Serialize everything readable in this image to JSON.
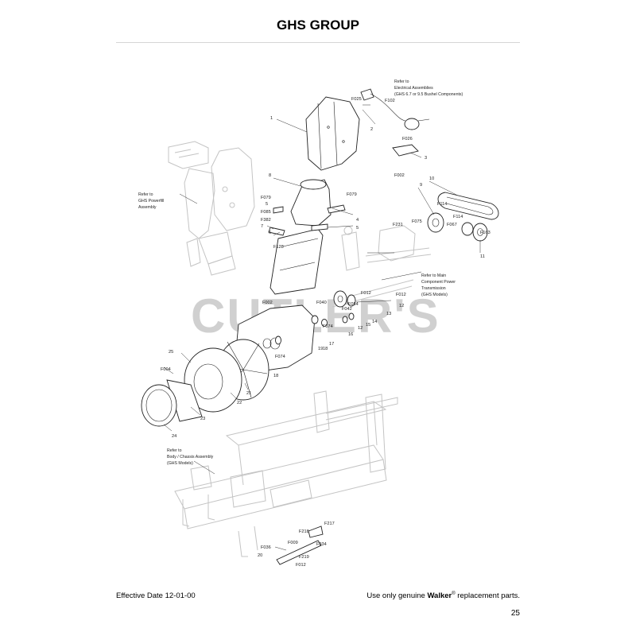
{
  "page": {
    "title": "GHS GROUP",
    "effective_date": "Effective Date 12-01-00",
    "footer_prefix": "Use only genuine ",
    "footer_brand": "Walker",
    "footer_reg": "®",
    "footer_suffix": " replacement parts.",
    "page_number": "25",
    "watermark": "CUTLER'S"
  },
  "notes": {
    "electrical_1": "Refer to",
    "electrical_2": "Electrical Assemblies",
    "electrical_3": "(GHS 6.7 or 9.5 Bushel Components)",
    "powerfill_1": "Refer to",
    "powerfill_2": "GHS Powerfill",
    "powerfill_3": "Assembly",
    "power_trans_1": "Refer to Main",
    "power_trans_2": "Component Power",
    "power_trans_3": "Transmission",
    "power_trans_4": "(GHS Models)",
    "chassis_1": "Refer to",
    "chassis_2": "Body / Chassis Assembly",
    "chassis_3": "(GHS Models)"
  },
  "callouts": {
    "c1": "1",
    "c2": "2",
    "c3": "3",
    "c4": "4",
    "c5a": "5",
    "c5b": "5",
    "c6": "6",
    "c7": "7",
    "c8": "8",
    "c9": "9",
    "c10": "10",
    "c11": "11",
    "c12a": "12",
    "c12b": "12",
    "c13": "13",
    "c14": "14",
    "c15": "15",
    "c16": "16",
    "c17": "17",
    "c18a": "18",
    "c18b": "18",
    "c19": "19",
    "c20": "20",
    "c21": "21",
    "c22": "22",
    "c23": "23",
    "c24": "24",
    "c25": "25",
    "F025": "F025",
    "F102": "F102",
    "F026": "F026",
    "F002a": "F002",
    "F002b": "F002",
    "F079a": "F079",
    "F079b": "F079",
    "F085": "F085",
    "F382": "F382",
    "F128": "F128",
    "F075": "F075",
    "F114a": "F114",
    "F114b": "F114",
    "F067": "F067",
    "F163": "F163",
    "F231": "F231",
    "F012a": "F012",
    "F012b": "F012",
    "F012c": "F012",
    "F040": "F040",
    "F042": "F042",
    "F054": "F054",
    "F074a": "F074",
    "F074b": "F074",
    "F004": "F004",
    "F217": "F217",
    "F218": "F218",
    "F009": "F009",
    "F219": "F219",
    "F034": "F034",
    "F036": "F036"
  }
}
